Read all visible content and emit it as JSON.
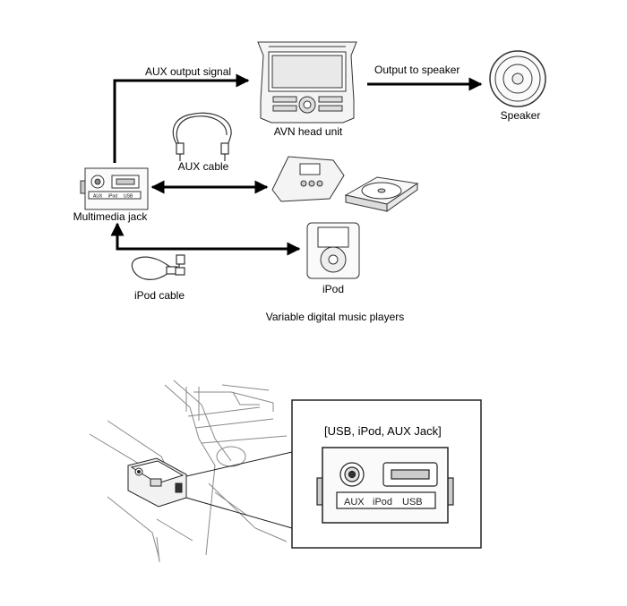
{
  "diagram": {
    "labels": {
      "aux_output_signal": "AUX output signal",
      "output_to_speaker": "Output to speaker",
      "avn_head_unit": "AVN head unit",
      "speaker": "Speaker",
      "aux_cable": "AUX cable",
      "multimedia_jack": "Multimedia jack",
      "ipod": "iPod",
      "ipod_cable": "iPod cable",
      "variable_players": "Variable digital music players"
    },
    "jack_small_labels": [
      "AUX",
      "iPod",
      "USB"
    ]
  },
  "detail": {
    "title": "[USB, iPod, AUX Jack]",
    "jack_labels": [
      "AUX",
      "iPod",
      "USB"
    ]
  },
  "colors": {
    "line": "#000000",
    "stroke_gray": "#555555",
    "fill_light": "#f2f2f2",
    "fill_mid": "#d8d8d8"
  }
}
